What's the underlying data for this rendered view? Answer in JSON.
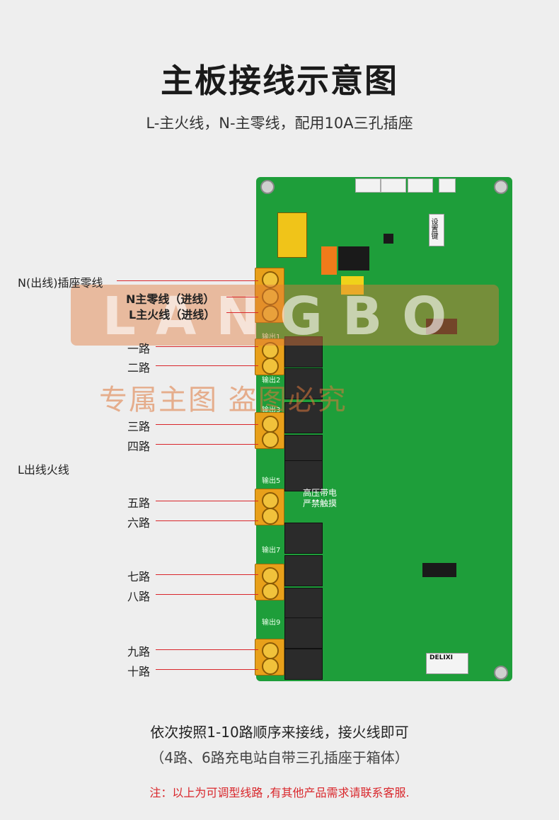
{
  "title": "主板接线示意图",
  "subtitle": "L-主火线，N-主零线，配用10A三孔插座",
  "labels": {
    "n_out": "N(出线)插座零线",
    "n_in": "N主零线（进线）",
    "l_in": "L主火线（进线）",
    "l_out": "L出线火线",
    "ch1": "一路",
    "ch2": "二路",
    "ch3": "三路",
    "ch4": "四路",
    "ch5": "五路",
    "ch6": "六路",
    "ch7": "七路",
    "ch8": "八路",
    "ch9": "九路",
    "ch10": "十路"
  },
  "board": {
    "out1": "输出1",
    "out2": "输出2",
    "out3": "输出3",
    "out5": "输出5",
    "out7": "输出7",
    "out9": "输出9",
    "warning1": "高压带电",
    "warning2": "严禁触摸",
    "setting_key": "设置键",
    "brand": "DELIXI"
  },
  "watermark": {
    "logo": "LANGBO",
    "text": "专属主图 盗图必究"
  },
  "footer": {
    "line1": "依次按照1-10路顺序来接线，接火线即可",
    "line2": "（4路、6路充电站自带三孔插座于箱体）",
    "note": "注：以上为可调型线路 ,有其他产品需求请联系客服."
  },
  "colors": {
    "accent_line": "#d9262b",
    "board": "#1e9e3a",
    "terminal": "#e8a01a",
    "watermark": "#e07a3c"
  }
}
